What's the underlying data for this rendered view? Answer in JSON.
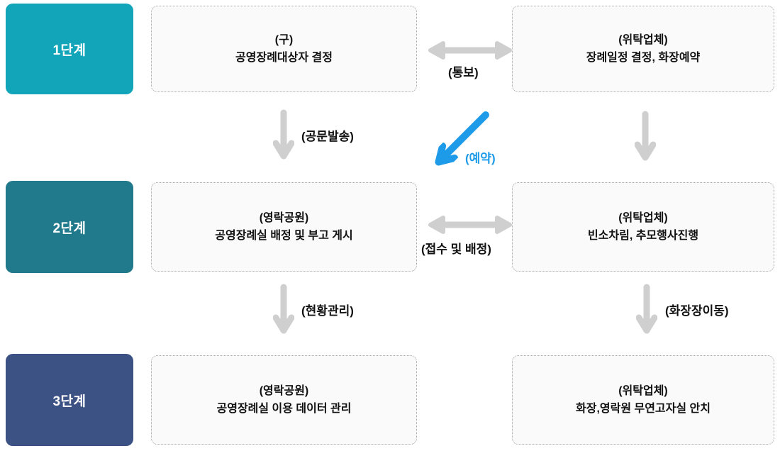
{
  "colors": {
    "stage1_bg": "#12a5ba",
    "stage2_bg": "#217a8b",
    "stage3_bg": "#3d5284",
    "stage_text": "#ffffff",
    "process_box_bg": "#fafafa",
    "process_box_border": "#a8a8a8",
    "box_text": "#111111",
    "label_text": "#111111",
    "arrow_gray": "#cfcfcf",
    "arrow_blue": "#1d9be9"
  },
  "stages": [
    {
      "label": "1단계"
    },
    {
      "label": "2단계"
    },
    {
      "label": "3단계"
    }
  ],
  "process_boxes": [
    {
      "actor": "(구)",
      "task": "공영장례대상자 결정"
    },
    {
      "actor": "(위탁업체)",
      "task": "장례일정 결정, 화장예약"
    },
    {
      "actor": "(영락공원)",
      "task": "공영장례실 배정 및 부고 게시"
    },
    {
      "actor": "(위탁업체)",
      "task": "빈소차림, 추모행사진행"
    },
    {
      "actor": "(영락공원)",
      "task": "공영장례실 이용 데이터 관리"
    },
    {
      "actor": "(위탁업체)",
      "task": "화장,영락원 무연고자실 안치"
    }
  ],
  "arrow_labels": {
    "notify": "(통보)",
    "official_letter": "(공문발송)",
    "reservation": "(예약)",
    "receipt_assignment": "(접수 및 배정)",
    "status_management": "(현황관리)",
    "crematory_move": "(화장장이동)"
  }
}
